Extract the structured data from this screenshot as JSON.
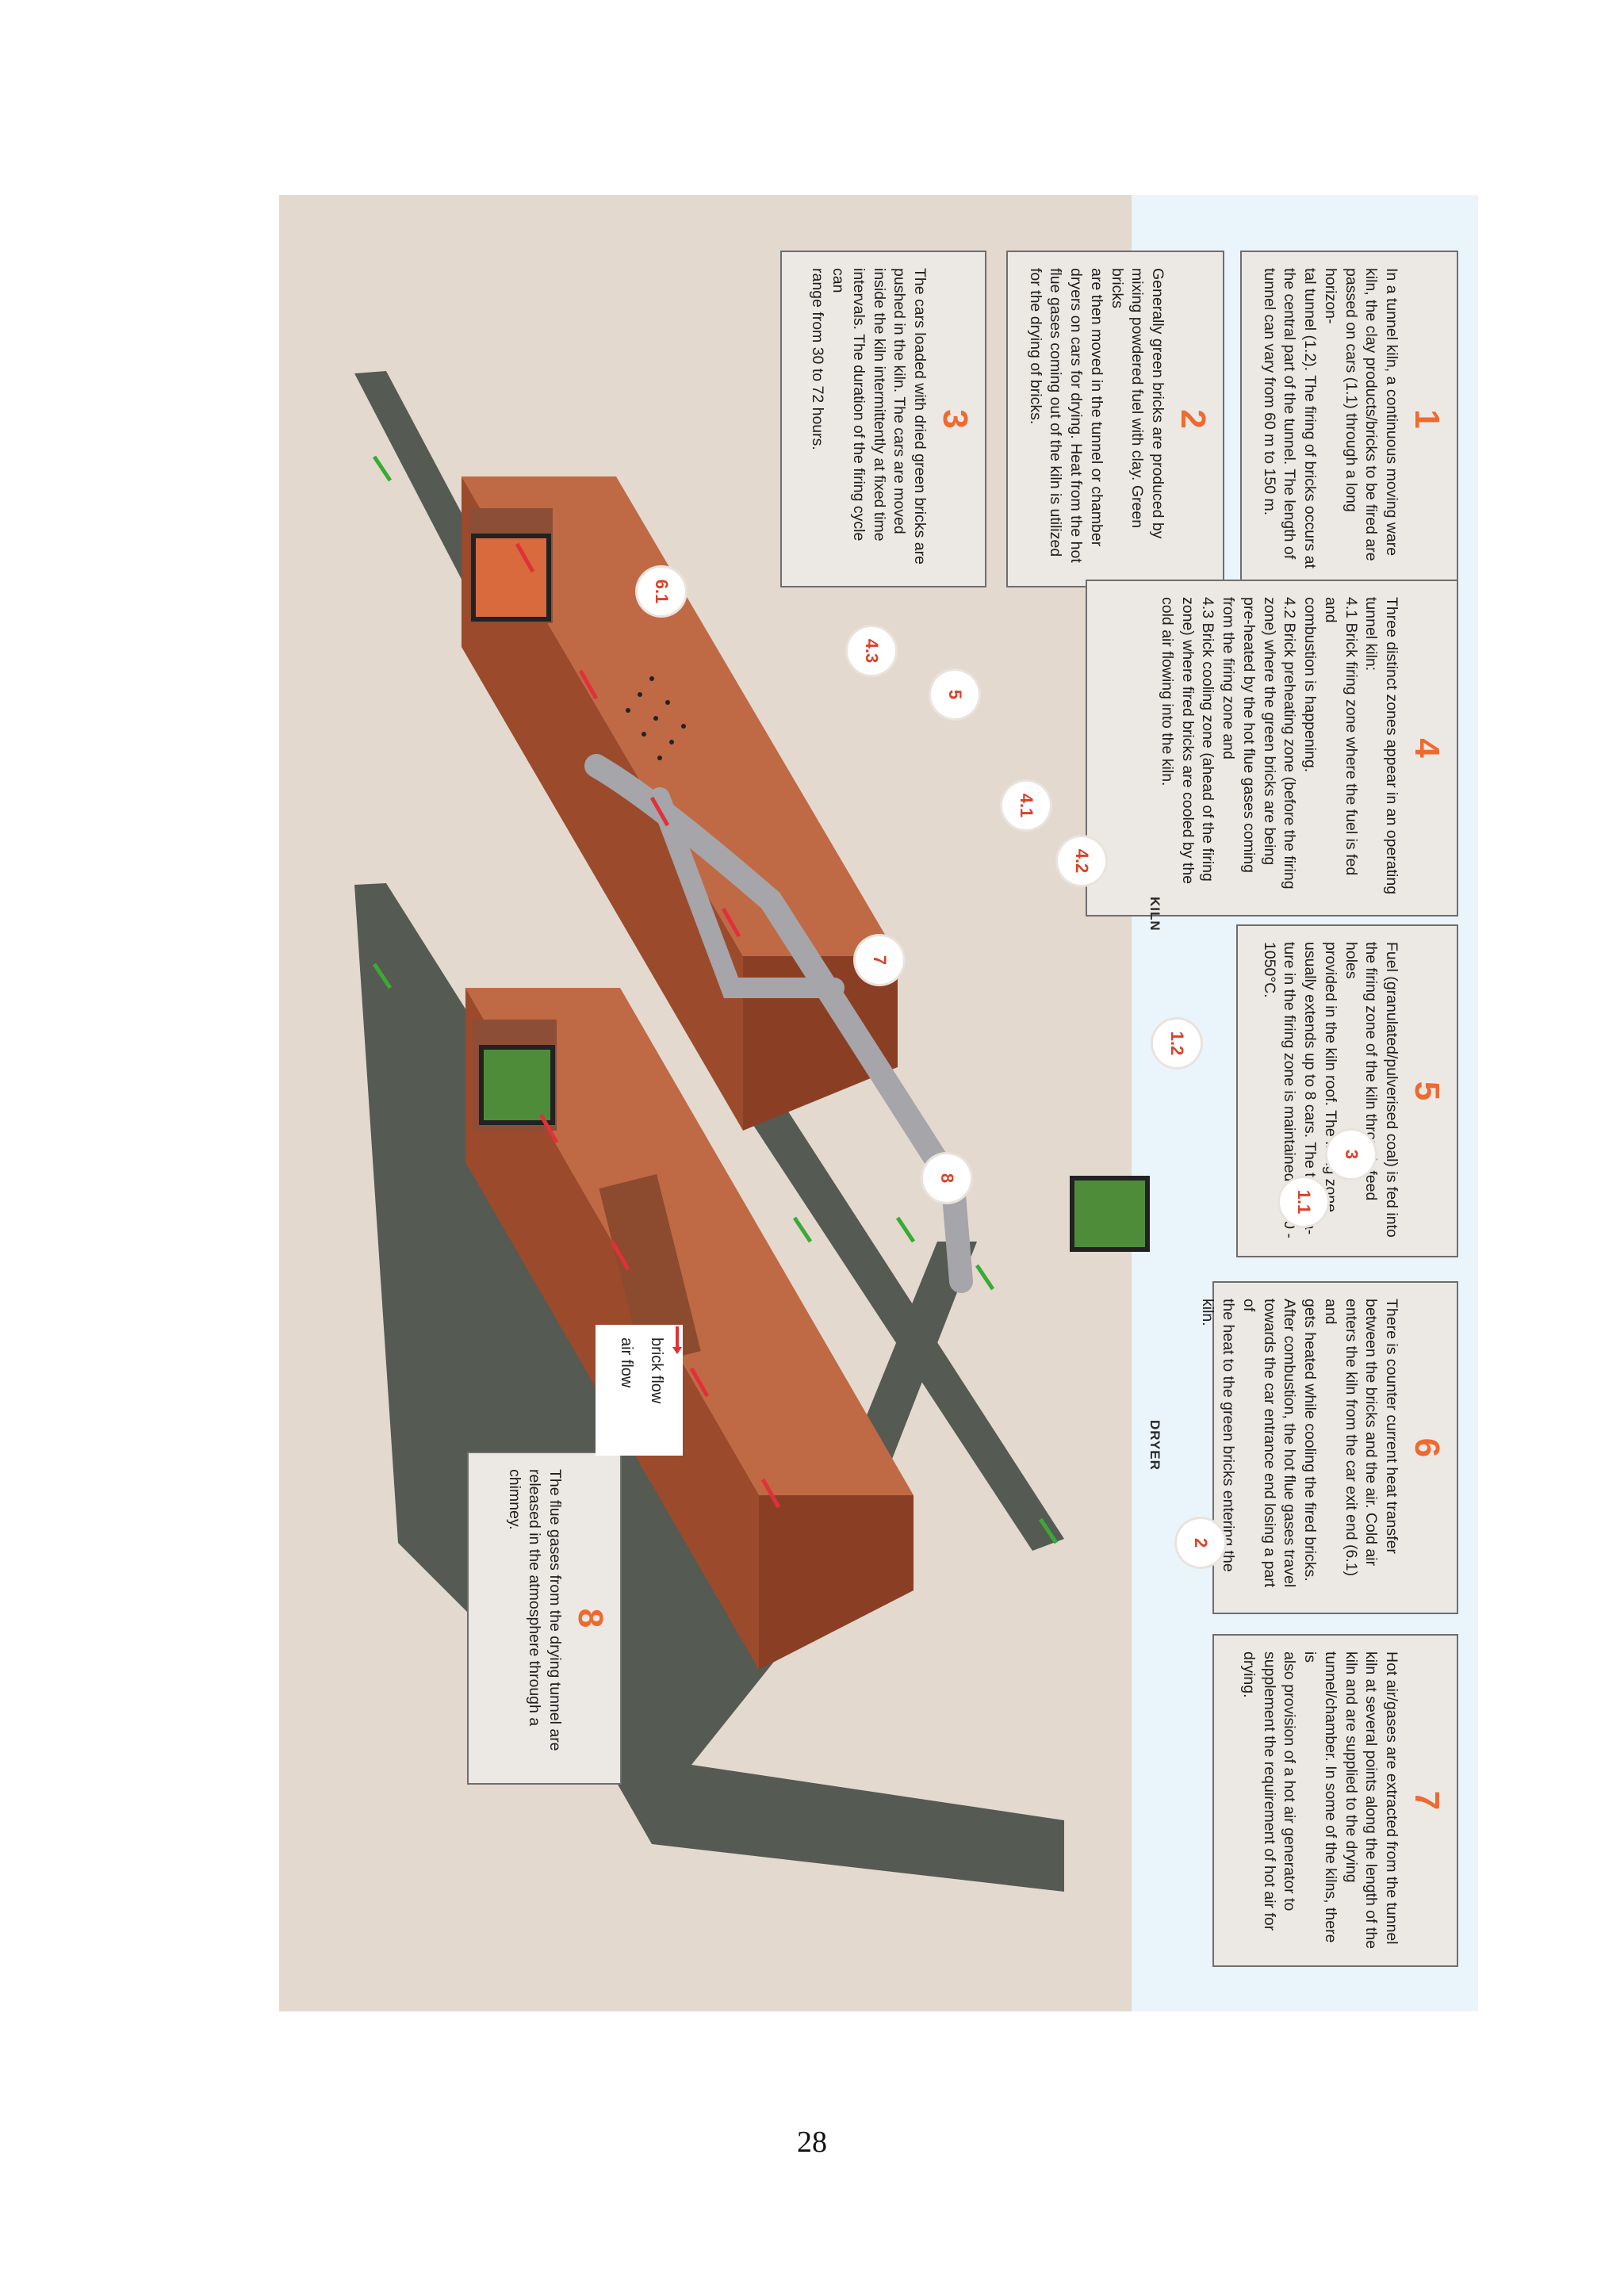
{
  "colors": {
    "background_left": "#e3d9cf",
    "background_right": "#eaf5fb",
    "number_accent": "#ef6a2e",
    "kiln_top": "#bf6a45",
    "kiln_side": "#9b4a2c",
    "track": "#555a52",
    "brick_flow_arrow": "#3aaa35",
    "air_flow_arrow": "#e2303a"
  },
  "boxes": [
    {
      "num": "1",
      "text": "In a tunnel kiln, a continuous moving ware\nkiln, the clay products/bricks to be fired are\npassed on cars (1.1) through a long horizon-\ntal tunnel (1.2). The firing of bricks occurs at\nthe central part of the tunnel. The length of\ntunnel can vary from 60 m to 150 m."
    },
    {
      "num": "2",
      "text": "Generally green bricks are produced by\nmixing powdered fuel with clay. Green bricks\nare then moved in the tunnel or chamber\ndryers on cars for drying. Heat from the hot\nflue gases coming out of the kiln is utilized\nfor the drying of bricks."
    },
    {
      "num": "3",
      "text": "The cars loaded with dried green bricks are\npushed in the kiln. The cars are moved\ninside the kiln intermittently at fixed time\nintervals. The duration of the firing cycle can\nrange from 30 to 72 hours."
    },
    {
      "num": "4",
      "text": "Three distinct zones appear in an operating\ntunnel kiln:\n4.1 Brick firing zone where the fuel is fed and\ncombustion is happening.\n4.2 Brick preheating zone (before the firing\nzone) where the green bricks are being\npre-heated by the hot flue gases coming\nfrom the firing zone and\n4.3 Brick cooling zone (ahead of the firing\nzone) where fired bricks are cooled by the\ncold air flowing into the kiln."
    },
    {
      "num": "5",
      "text": "Fuel (granulated/pulverised coal) is fed into\nthe firing zone of the kiln through feed holes\nprovided in the kiln roof. The firing zone\nusually extends up to 8 cars. The tempera-\nture in the firing zone is maintained at 900 -\n1050°C."
    },
    {
      "num": "6",
      "text": "There is counter current heat transfer\nbetween the bricks and the air. Cold air\nenters the kiln from the car exit end (6.1) and\ngets heated while cooling the fired bricks.\nAfter combustion, the hot flue gases travel\ntowards the car entrance end losing a part of\nthe heat to the green bricks entering the kiln."
    },
    {
      "num": "7",
      "text": "Hot air/gases are extracted from the tunnel\nkiln at several points along the length of the\nkiln and are supplied to the drying\ntunnel/chamber. In some of the kilns, there is\nalso provision of a hot air generator to\nsupplement the requirement of hot air for\ndrying."
    },
    {
      "num": "8",
      "text": "The flue gases from the drying tunnel are\nreleased in the atmosphere through a\nchimney."
    }
  ],
  "pins": [
    "1.1",
    "1.2",
    "2",
    "3",
    "4.1",
    "4.2",
    "4.3",
    "5",
    "6.1",
    "7",
    "8"
  ],
  "labels": {
    "kiln": "KILN",
    "dryer": "DRYER"
  },
  "legend": {
    "brick_flow": "brick flow",
    "air_flow": "air flow"
  },
  "page_number": "28"
}
